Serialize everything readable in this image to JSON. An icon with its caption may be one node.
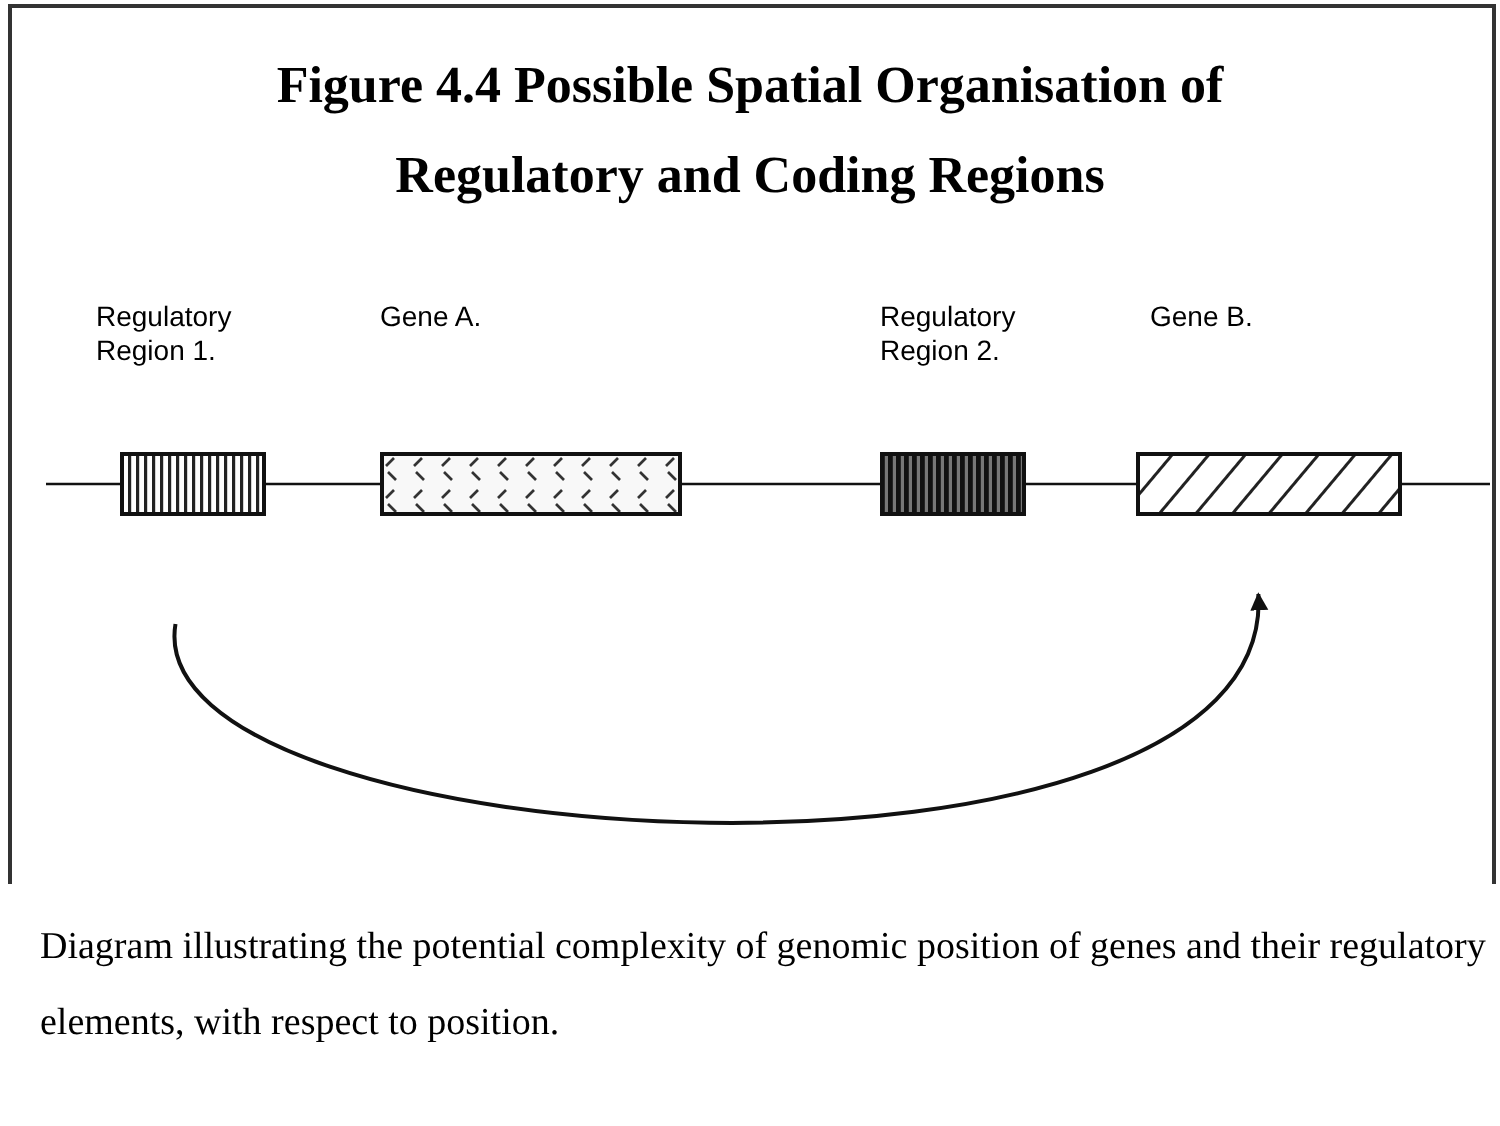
{
  "diagram": {
    "title": "Figure 4.4  Possible Spatial Organisation of Regulatory and Coding Regions",
    "nodes": [
      {
        "text": [
          "Regulatory Region 1."
        ]
      },
      {
        "text": [
          "Gene A."
        ]
      },
      {
        "text": [
          "Regulatory Region 2."
        ]
      },
      {
        "text": [
          "Gene B."
        ]
      }
    ],
    "edges": [
      {
        "from": null,
        "to": 0,
        "arrow": "none"
      },
      {
        "from": 0,
        "to": 1,
        "arrow": "none"
      },
      {
        "from": 1,
        "to": 2,
        "arrow": "none"
      },
      {
        "from": 2,
        "to": 3,
        "arrow": "none"
      },
      {
        "from": 3,
        "to": null,
        "arrow": "none"
      },
      {
        "from": 0,
        "to": 3,
        "arrow": "to"
      }
    ],
    "caption": "Diagram illustrating the potential complexity of genomic position of genes and their regulatory elements,  with respect to position."
  }
}
